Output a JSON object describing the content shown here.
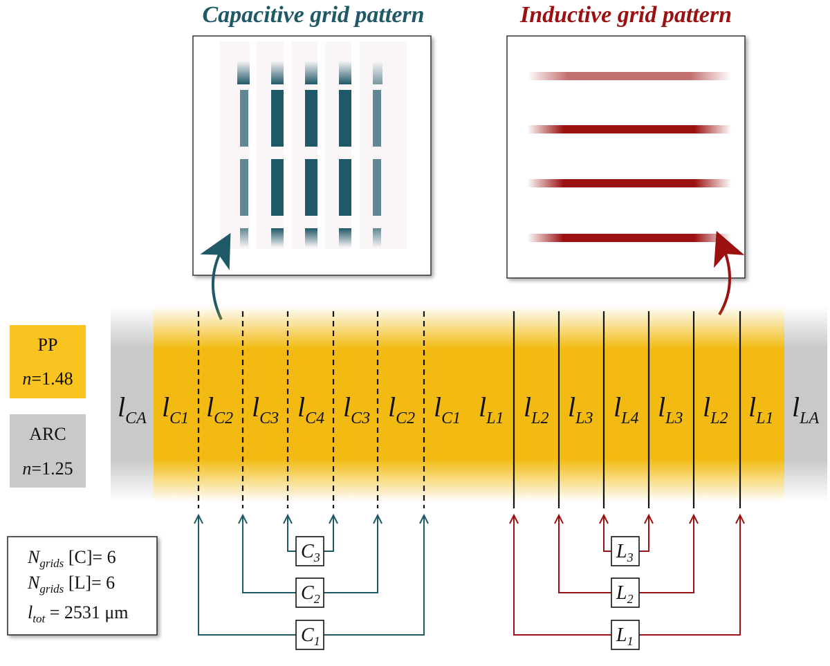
{
  "titles": {
    "capacitive": "Capacitive grid pattern",
    "inductive": "Inductive grid pattern"
  },
  "colors": {
    "capacitive": "#1f5866",
    "inductive": "#9b1010",
    "pp": "#f2b705",
    "arc": "#c9c9c9"
  },
  "legend": {
    "pp": {
      "name": "PP",
      "n_label": "n",
      "n_value": "=1.48"
    },
    "arc": {
      "name": "ARC",
      "n_label": "n",
      "n_value": "=1.25"
    }
  },
  "params": {
    "ngrids_c": {
      "sym": "N",
      "sub": "grids",
      "text": " [C]= 6"
    },
    "ngrids_l": {
      "sym": "N",
      "sub": "grids",
      "text": " [L]= 6"
    },
    "ltot": {
      "sym": "l",
      "sub": "tot",
      "text": " = 2531 μm"
    }
  },
  "layers": [
    {
      "main": "l",
      "sub": "CA"
    },
    {
      "main": "l",
      "sub": "C1"
    },
    {
      "main": "l",
      "sub": "C2"
    },
    {
      "main": "l",
      "sub": "C3"
    },
    {
      "main": "l",
      "sub": "C4"
    },
    {
      "main": "l",
      "sub": "C3"
    },
    {
      "main": "l",
      "sub": "C2"
    },
    {
      "main": "l",
      "sub": "C1"
    },
    {
      "main": "l",
      "sub": "L1"
    },
    {
      "main": "l",
      "sub": "L2"
    },
    {
      "main": "l",
      "sub": "L3"
    },
    {
      "main": "l",
      "sub": "L4"
    },
    {
      "main": "l",
      "sub": "L3"
    },
    {
      "main": "l",
      "sub": "L2"
    },
    {
      "main": "l",
      "sub": "L1"
    },
    {
      "main": "l",
      "sub": "LA"
    }
  ],
  "capacitors": [
    {
      "main": "C",
      "sub": "3"
    },
    {
      "main": "C",
      "sub": "2"
    },
    {
      "main": "C",
      "sub": "1"
    }
  ],
  "inductors": [
    {
      "main": "L",
      "sub": "3"
    },
    {
      "main": "L",
      "sub": "2"
    },
    {
      "main": "L",
      "sub": "1"
    }
  ]
}
